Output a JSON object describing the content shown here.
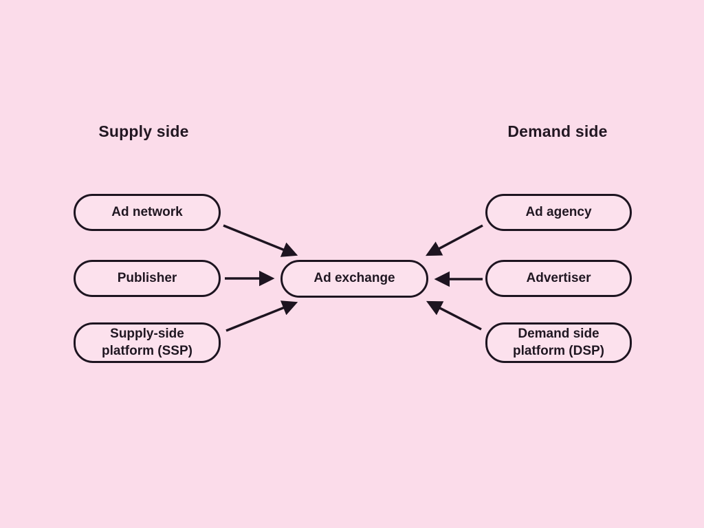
{
  "diagram": {
    "left_section_title": "Supply side",
    "right_section_title": "Demand side",
    "center_node": {
      "label": "Ad exchange"
    },
    "supply_nodes": [
      {
        "label": "Ad network"
      },
      {
        "label": "Publisher"
      },
      {
        "label": "Supply-side platform (SSP)"
      }
    ],
    "demand_nodes": [
      {
        "label": "Ad agency"
      },
      {
        "label": "Advertiser"
      },
      {
        "label": "Demand side platform (DSP)"
      }
    ],
    "colors": {
      "background": "#fbdcea",
      "node_fill": "#fce1ed",
      "line_and_border": "#1d1420",
      "text": "#201722"
    }
  }
}
